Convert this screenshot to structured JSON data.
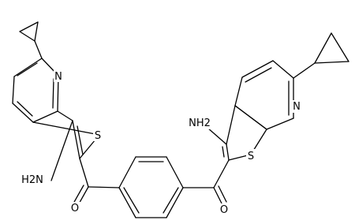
{
  "structure": {
    "atom_labels": {
      "n_left": "N",
      "s_left": "S",
      "nh2_left": "H2N",
      "o_left": "O",
      "n_right": "N",
      "s_right": "S",
      "nh2_right": "NH2",
      "o_right": "O"
    }
  }
}
